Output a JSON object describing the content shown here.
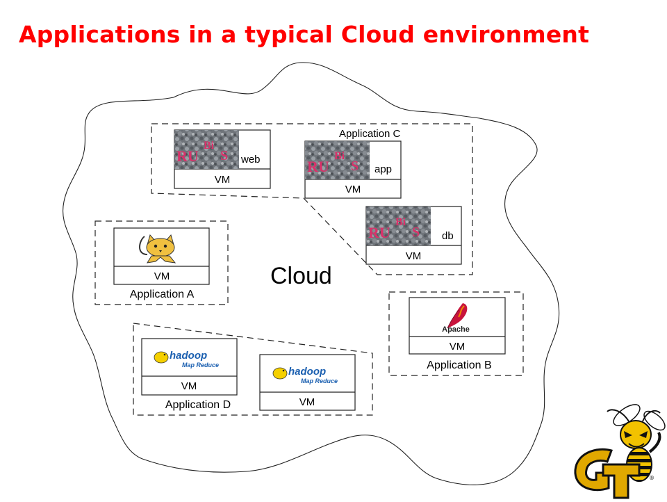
{
  "title": "Applications in a typical Cloud environment",
  "cloud_label": "Cloud",
  "applications": {
    "a": {
      "label": "Application A",
      "vm": "VM",
      "software": "tomcat"
    },
    "b": {
      "label": "Application B",
      "vm": "VM",
      "logo_text": "Apache"
    },
    "c": {
      "label": "Application C",
      "tiers": [
        {
          "tier": "web",
          "vm": "VM",
          "logo_text": "RU Bi S"
        },
        {
          "tier": "app",
          "vm": "VM",
          "logo_text": "RU Bi S"
        },
        {
          "tier": "db",
          "vm": "VM",
          "logo_text": "RU Bi S"
        }
      ]
    },
    "d": {
      "label": "Application D",
      "nodes": [
        {
          "vm": "VM",
          "logo_text": "hadoop",
          "logo_sub": "Map Reduce"
        },
        {
          "vm": "VM",
          "logo_text": "hadoop",
          "logo_sub": "Map Reduce"
        }
      ]
    }
  },
  "colors": {
    "title": "#ff0000",
    "rubis": "#d8326a",
    "hadoop": "#1a5fb0",
    "gt_gold": "#e0a800"
  }
}
